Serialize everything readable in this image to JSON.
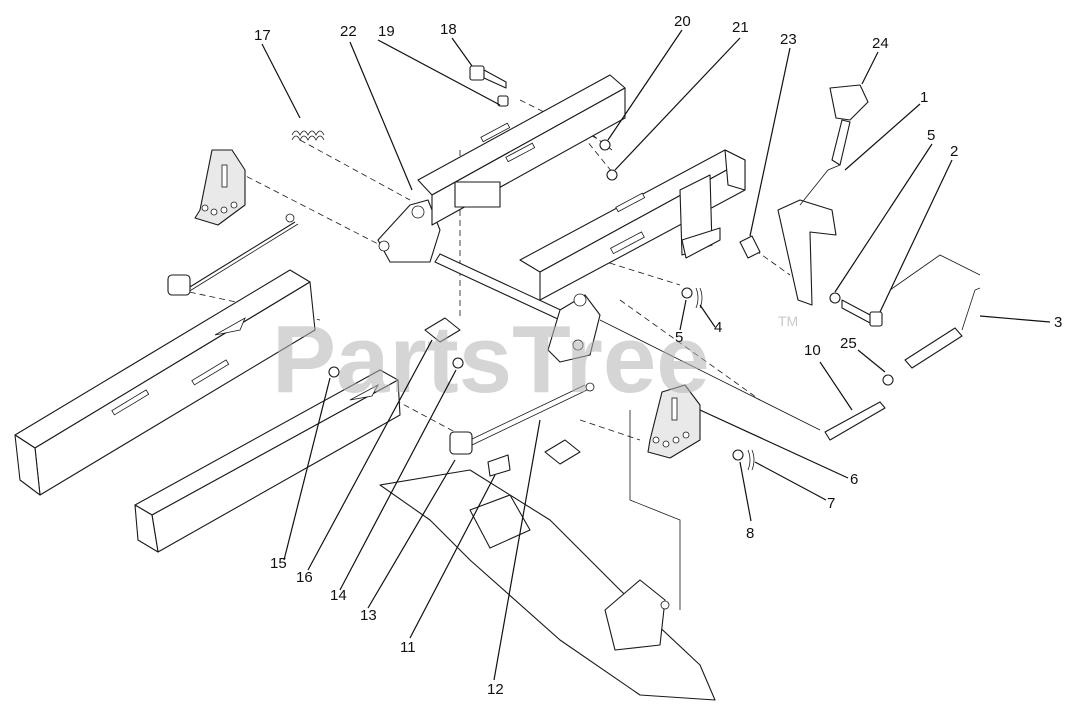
{
  "watermark": {
    "text": "PartsTree",
    "tm": "TM"
  },
  "callouts": [
    "17",
    "22",
    "19",
    "18",
    "20",
    "21",
    "23",
    "24",
    "1",
    "5",
    "2",
    "3",
    "4",
    "5",
    "10",
    "25",
    "6",
    "7",
    "8",
    "15",
    "16",
    "14",
    "13",
    "11",
    "12"
  ]
}
